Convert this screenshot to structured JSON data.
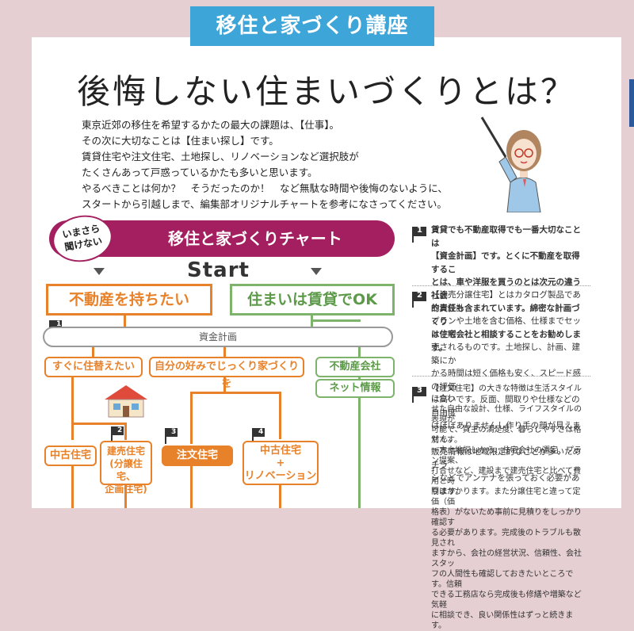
{
  "header": {
    "label": "移住と家づくり講座"
  },
  "title": "後悔しない住まいづくりとは？",
  "intro_lines": [
    "東京近郊の移住を希望するかたの最大の課題は、【仕事】。",
    "その次に大切なことは【住まい探し】です。",
    "賃貸住宅や注文住宅、土地探し、リノベーションなど選択肢が",
    "たくさんあって戸惑っているかたも多いと思います。",
    "やるべきことは何か？　そうだったのか！　など無駄な時間や後悔のないように、",
    "スタートから引越しまで、編集部オリジナルチャートを参考になさってください。"
  ],
  "chart": {
    "badge_line1": "いまさら",
    "badge_line2": "聞けない",
    "banner": "移住と家づくりチャート",
    "start": "Start",
    "left_choice": "不動産を持ちたい",
    "right_choice": "住まいは賃貸でOK",
    "funding": "資金計画",
    "rebuild_now": "すぐに住替えたい",
    "build_slowly": "自分の好みでじっくり家づくりを",
    "real_estate_agency": "不動産会社",
    "net_info": "ネット情報",
    "used_house": "中古住宅",
    "built_for_sale_1": "建売住宅",
    "built_for_sale_2": "(分譲住宅、",
    "built_for_sale_3": "企画住宅)",
    "custom_house": "注文住宅",
    "used_reno_1": "中古住宅",
    "used_reno_2": "+",
    "used_reno_3": "リノベーション",
    "flag_1": "1",
    "flag_2": "2",
    "flag_3": "3",
    "flag_4": "4"
  },
  "notes": [
    {
      "num": "1",
      "lines": [
        "賃貸でも不動産取得でも一番大切なことは",
        "【資金計画】です。とくに不動産を取得するこ",
        "とは、車や洋服を買うのとは次元の違う社会",
        "的責任も含まれています。綿密な計画づくり",
        "は住宅会社と相談することをお勧めします。"
      ]
    },
    {
      "num": "2",
      "lines": [
        "【建売分譲住宅】とはカタログ製品であり、設計",
        "プランや土地を含む価格、仕様までセットで販",
        "売されるものです。土地探し、計画、建築にか",
        "かる時間は短く価格も安く、スピード感の評価",
        "は高いです。反面、間取りや仕様などの自由度",
        "はほぼありませんし作り手の顔が見えません。",
        "販売情報は地域限定的なことが多いためチラ",
        "シなどでアンテナを張っておく必要があります。"
      ]
    },
    {
      "num": "3",
      "lines": [
        "【注文住宅】の大きな特徴は生活スタイルに合わ",
        "せた自由な設計、仕様、ライフスタイルの表現が",
        "可能で、買主の満足度、暮らしやすさは格別です。",
        "一方土地探しから、住宅会社の選定、プラン提案、",
        "打合せなど、建設まで建売住宅と比べて費用と時",
        "間はかかります。また分譲住宅と違って定価（価",
        "格表）がないため事前に見積りをしっかり確認す",
        "る必要があります。完成後のトラブルも散見され",
        "ますから、会社の経営状況、信頼性、会社スタッ",
        "フの人間性も確認しておきたいところです。信頼",
        "できる工務店なら完成後も修繕や増築など気軽",
        "に相談でき、良い関係性はずっと続きます。"
      ]
    }
  ],
  "colors": {
    "header": "#3ea5d8",
    "banner": "#a31f5f",
    "orange": "#e8822a",
    "green": "#7db36b"
  }
}
